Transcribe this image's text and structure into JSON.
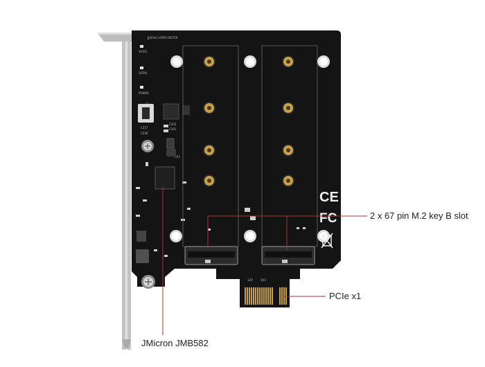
{
  "image": {
    "board_text": {
      "top_code": "JJ425a1-V2R0-180718",
      "led1": "SATA1",
      "led0": "SATA0",
      "power": "POWER",
      "l1": "L1",
      "c202": "C202",
      "c201": "C201",
      "c227": "C227",
      "c228": "C228",
      "c63": "C63",
      "pin12v": "12V",
      "pin3v3": "3V3"
    },
    "logos": {
      "ce": "CE",
      "fcc": "FC"
    },
    "colors": {
      "pcb": "#141414",
      "gold": "#c8a24a",
      "bracket": "#c9c9c9",
      "callout_line": "#a83232"
    }
  },
  "callouts": {
    "slot": "2 x 67 pin M.2 key B slot",
    "pcie": "PCIe x1",
    "chip": "JMicron JMB582"
  }
}
